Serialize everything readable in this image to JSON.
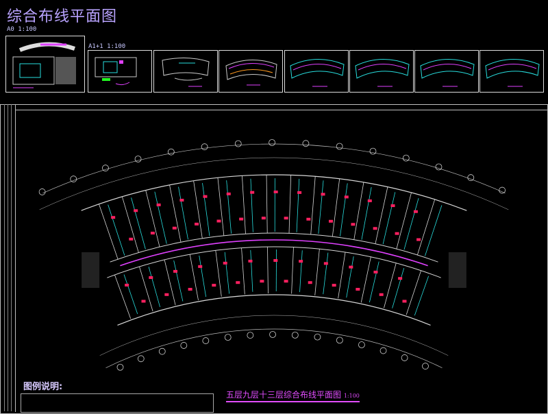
{
  "page": {
    "title": "综合布线平面图",
    "scale_a0": "A0  1:100",
    "scale_a1": "A1+1   1:100"
  },
  "legend": {
    "title": "图例说明:"
  },
  "main_plan": {
    "label": "五层九层十三层综合布线平面图",
    "scale": "1:100"
  },
  "colors": {
    "background": "#000000",
    "walls": "#d8d8d8",
    "cabling": "#e040ff",
    "ducts": "#28e0e0",
    "outlets": "#ff2060",
    "grid": "#cfcfcf"
  }
}
